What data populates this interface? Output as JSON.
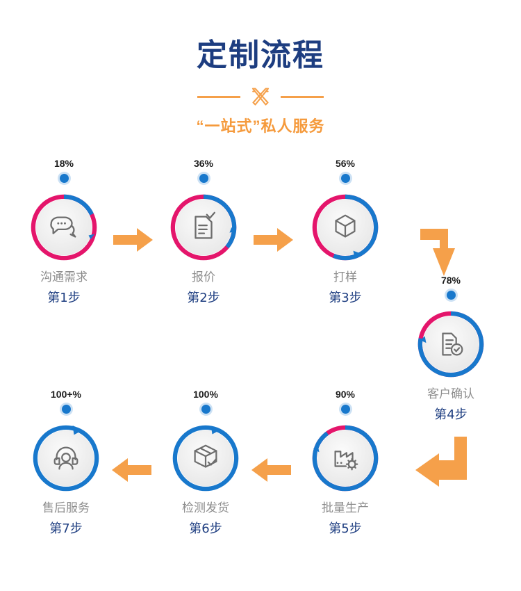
{
  "header": {
    "title": "定制流程",
    "subtitle": "“一站式”私人服务",
    "divider_icon": "pencil-ruler-cross-icon"
  },
  "colors": {
    "title_navy": "#1d3d80",
    "accent_orange": "#f5a04a",
    "ring_pink": "#e4156b",
    "ring_blue": "#1878cc",
    "label_gray": "#8d8d8d",
    "background": "#ffffff"
  },
  "steps": [
    {
      "id": "step-1",
      "percent": "18%",
      "percent_value": 18,
      "name": "沟通需求",
      "order": "第1步",
      "icon": "chat-bubbles-icon",
      "ring_base_color": "#e4156b",
      "ring_progress_color": "#1878cc"
    },
    {
      "id": "step-2",
      "percent": "36%",
      "percent_value": 36,
      "name": "报价",
      "order": "第2步",
      "icon": "clipboard-check-icon",
      "ring_base_color": "#e4156b",
      "ring_progress_color": "#1878cc"
    },
    {
      "id": "step-3",
      "percent": "56%",
      "percent_value": 56,
      "name": "打样",
      "order": "第3步",
      "icon": "cube-box-icon",
      "ring_base_color": "#e4156b",
      "ring_progress_color": "#1878cc"
    },
    {
      "id": "step-4",
      "percent": "78%",
      "percent_value": 78,
      "name": "客户确认",
      "order": "第4步",
      "icon": "document-check-icon",
      "ring_base_color": "#e4156b",
      "ring_progress_color": "#1878cc"
    },
    {
      "id": "step-5",
      "percent": "90%",
      "percent_value": 90,
      "name": "批量生产",
      "order": "第5步",
      "icon": "factory-gear-icon",
      "ring_base_color": "#e4156b",
      "ring_progress_color": "#1878cc"
    },
    {
      "id": "step-6",
      "percent": "100%",
      "percent_value": 100,
      "name": "检测发货",
      "order": "第6步",
      "icon": "package-check-icon",
      "ring_base_color": "#1878cc",
      "ring_progress_color": "#1878cc"
    },
    {
      "id": "step-7",
      "percent": "100+%",
      "percent_value": 100,
      "name": "售后服务",
      "order": "第7步",
      "icon": "headset-support-icon",
      "ring_base_color": "#1878cc",
      "ring_progress_color": "#1878cc"
    }
  ],
  "connectors": [
    {
      "id": "arrow-1-to-2",
      "direction": "right",
      "icon": "arrow-right-icon"
    },
    {
      "id": "arrow-2-to-3",
      "direction": "right",
      "icon": "arrow-right-icon"
    },
    {
      "id": "arrow-3-to-4",
      "direction": "right-down",
      "icon": "elbow-arrow-down-icon"
    },
    {
      "id": "arrow-4-to-5",
      "direction": "down-left",
      "icon": "elbow-arrow-left-icon"
    },
    {
      "id": "arrow-5-to-6",
      "direction": "left",
      "icon": "arrow-left-icon"
    },
    {
      "id": "arrow-6-to-7",
      "direction": "left",
      "icon": "arrow-left-icon"
    }
  ]
}
